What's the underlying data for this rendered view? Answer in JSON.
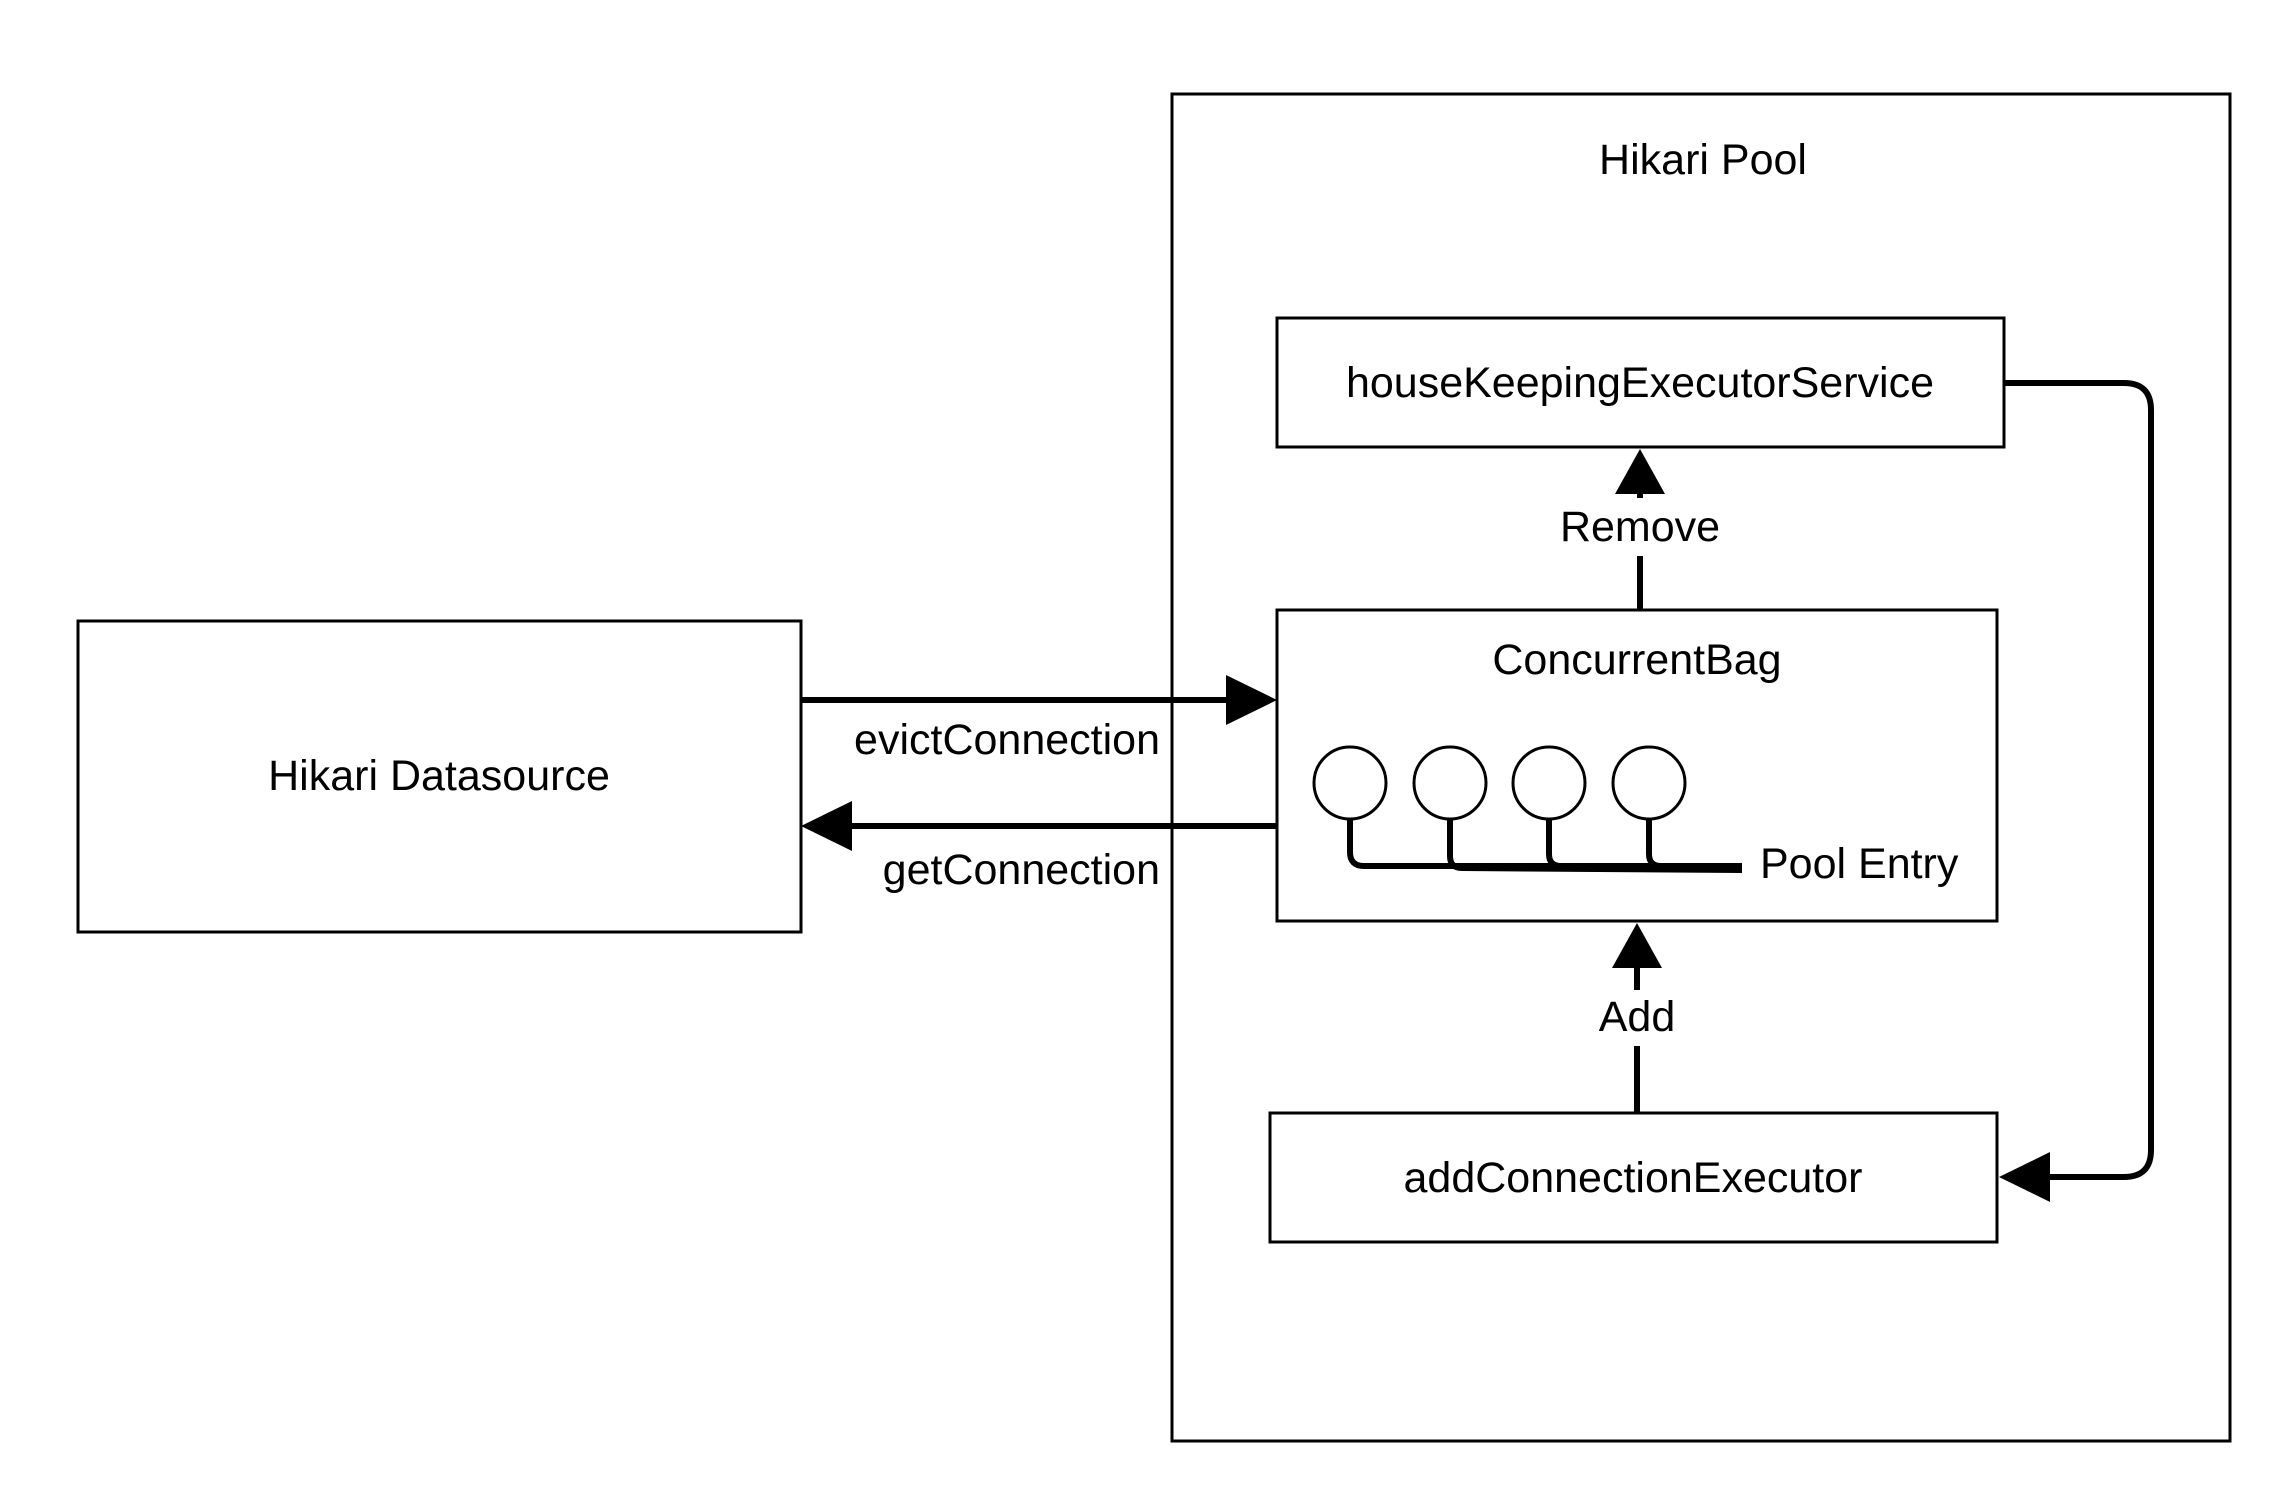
{
  "diagram": {
    "nodes": {
      "datasource": "Hikari Datasource",
      "pool": "Hikari Pool",
      "housekeeping": "houseKeepingExecutorService",
      "bag": "ConcurrentBag",
      "add_executor": "addConnectionExecutor",
      "pool_entry": "Pool Entry"
    },
    "edges": {
      "evict": "evictConnection",
      "get": "getConnection",
      "remove": "Remove",
      "add": "Add"
    },
    "pool_entry_count": 4
  }
}
